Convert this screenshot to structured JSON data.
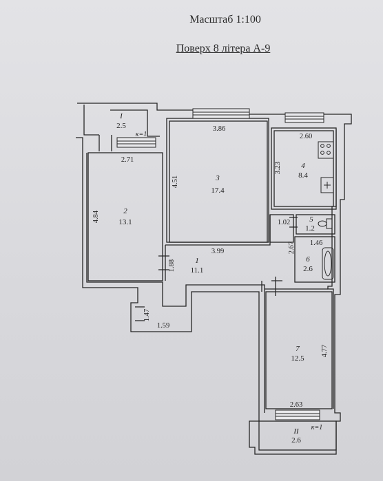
{
  "header": {
    "scale": "Масштаб 1:100",
    "floor": "Поверх 8 літера А-9"
  },
  "rooms": {
    "balcony_top": {
      "number": "I",
      "area": "2.5",
      "coeff": "к=1"
    },
    "room2": {
      "number": "2",
      "area": "13.1"
    },
    "room3": {
      "number": "3",
      "area": "17.4"
    },
    "room4": {
      "number": "4",
      "area": "8.4"
    },
    "room5": {
      "number": "5",
      "area": "1.2"
    },
    "room6": {
      "number": "6",
      "area": "2.6"
    },
    "room1": {
      "number": "1",
      "area": "11.1"
    },
    "room7": {
      "number": "7",
      "area": "12.5"
    },
    "balcony_bottom": {
      "number": "II",
      "area": "2.6",
      "coeff": "к=1"
    }
  },
  "dimensions": {
    "d271": "2.71",
    "d484": "4.84",
    "d451": "4.51",
    "d386": "3.86",
    "d260": "2.60",
    "d323": "3.23",
    "d102": "1.02",
    "d146": "1.46",
    "d267": "2.67",
    "d399": "3.99",
    "d188": "1.88",
    "d147": "1.47",
    "d159": "1.59",
    "d477": "4.77",
    "d263": "2.63"
  }
}
